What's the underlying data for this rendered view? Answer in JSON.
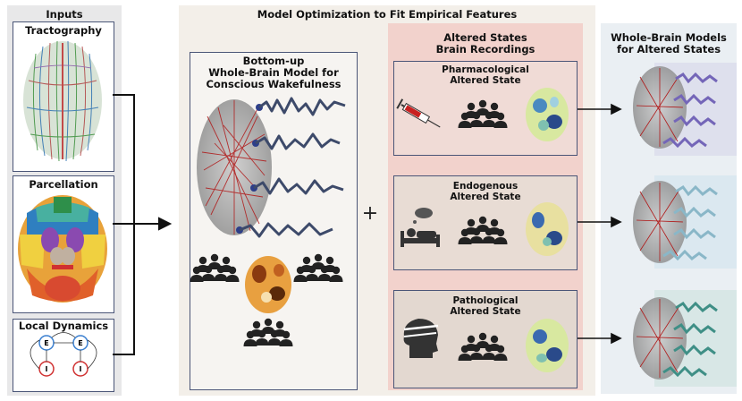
{
  "inputs": {
    "title": "Inputs",
    "tractography": "Tractography",
    "parcellation": "Parcellation",
    "local_dynamics": "Local Dynamics",
    "e_label": "E",
    "i_label": "I"
  },
  "optimization": {
    "title": "Model Optimization to Fit Empirical Features",
    "model_title_line1": "Bottom-up",
    "model_title_line2": "Whole-Brain Model for",
    "model_title_line3": "Conscious Wakefulness",
    "plus": "+"
  },
  "altered": {
    "title_line1": "Altered States",
    "title_line2": "Brain Recordings",
    "states": [
      {
        "line1": "Pharmacological",
        "line2": "Altered State"
      },
      {
        "line1": "Endogenous",
        "line2": "Altered State"
      },
      {
        "line1": "Pathological",
        "line2": "Altered State"
      }
    ]
  },
  "models": {
    "title_line1": "Whole-Brain Models",
    "title_line2": "for Altered States"
  },
  "colors": {
    "pharma_wave": "#7466b8",
    "endo_wave": "#8ab7c8",
    "patho_wave": "#3f8f86",
    "model_wave": "#3d4a6a",
    "edge": "#b01818"
  }
}
